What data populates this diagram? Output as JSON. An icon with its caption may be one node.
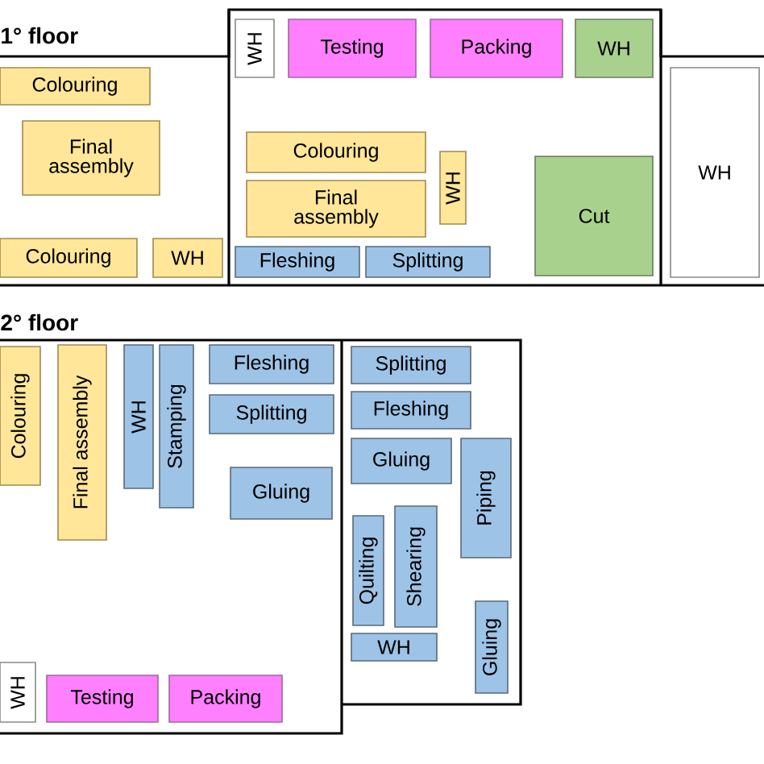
{
  "diagram": {
    "nodes": [
      {
        "text": [
          "Colouring"
        ]
      },
      {
        "text": [
          "Final assembly"
        ]
      },
      {
        "text": [
          "Colouring"
        ]
      },
      {
        "text": [
          "WH"
        ]
      },
      {
        "text": [
          "WH"
        ]
      },
      {
        "text": [
          "Testing"
        ]
      },
      {
        "text": [
          "Packing"
        ]
      },
      {
        "text": [
          "WH"
        ]
      },
      {
        "text": [
          "Colouring"
        ]
      },
      {
        "text": [
          "Final assembly"
        ]
      },
      {
        "text": [
          "WH"
        ]
      },
      {
        "text": [
          "Fleshing"
        ]
      },
      {
        "text": [
          "Splitting"
        ]
      },
      {
        "text": [
          "Cut"
        ]
      },
      {
        "text": [
          "WH"
        ]
      },
      {
        "text": [
          "Colouring"
        ]
      },
      {
        "text": [
          "Final assembly"
        ]
      },
      {
        "text": [
          "WH"
        ]
      },
      {
        "text": [
          "Stamping"
        ]
      },
      {
        "text": [
          "Fleshing"
        ]
      },
      {
        "text": [
          "Splitting"
        ]
      },
      {
        "text": [
          "Gluing"
        ]
      },
      {
        "text": [
          "WH"
        ]
      },
      {
        "text": [
          "Testing"
        ]
      },
      {
        "text": [
          "Packing"
        ]
      },
      {
        "text": [
          "Splitting"
        ]
      },
      {
        "text": [
          "Fleshing"
        ]
      },
      {
        "text": [
          "Gluing"
        ]
      },
      {
        "text": [
          "Piping"
        ]
      },
      {
        "text": [
          "Quilting"
        ]
      },
      {
        "text": [
          "Shearing"
        ]
      },
      {
        "text": [
          "WH"
        ]
      },
      {
        "text": [
          "Gluing"
        ]
      }
    ],
    "labels": [
      "1° floor",
      "2° floor"
    ]
  }
}
